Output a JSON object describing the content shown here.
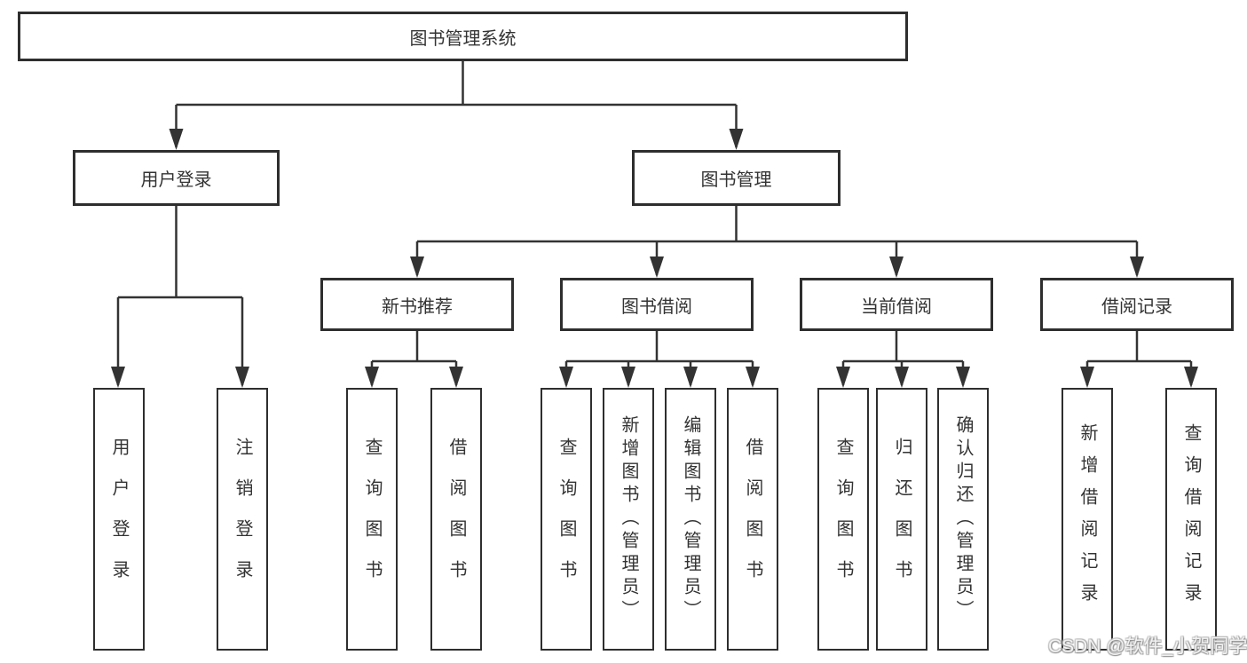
{
  "diagram": {
    "root": {
      "label": "图书管理系统"
    },
    "branches": [
      {
        "label": "用户登录",
        "children": [
          {
            "label": "用户登录"
          },
          {
            "label": "注销登录"
          }
        ]
      },
      {
        "label": "图书管理",
        "children": [
          {
            "label": "新书推荐",
            "children": [
              {
                "label": "查询图书"
              },
              {
                "label": "借阅图书"
              }
            ]
          },
          {
            "label": "图书借阅",
            "children": [
              {
                "label": "查询图书"
              },
              {
                "label": "新增图书（管理员）"
              },
              {
                "label": "编辑图书（管理员）"
              },
              {
                "label": "借阅图书"
              }
            ]
          },
          {
            "label": "当前借阅",
            "children": [
              {
                "label": "查询图书"
              },
              {
                "label": "归还图书"
              },
              {
                "label": "确认归还（管理员）"
              }
            ]
          },
          {
            "label": "借阅记录",
            "children": [
              {
                "label": "新增借阅记录"
              },
              {
                "label": "查询借阅记录"
              }
            ]
          }
        ]
      }
    ],
    "watermark": "CSDN @软件_小贺同学",
    "colors": {
      "line": "#333333",
      "border": "#2e2e2e",
      "text": "#333333",
      "background": "#ffffff"
    }
  }
}
